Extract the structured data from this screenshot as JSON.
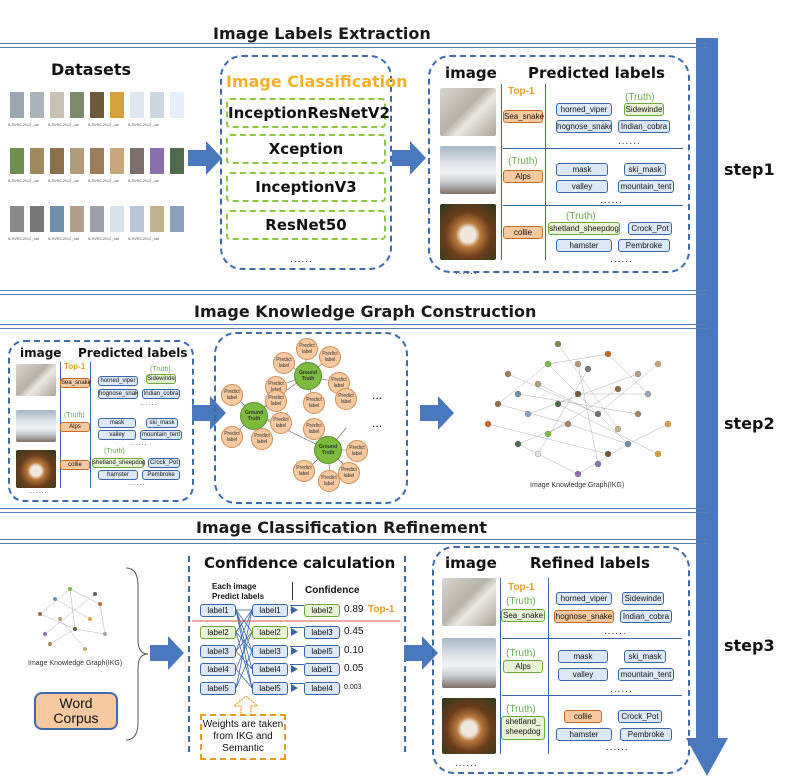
{
  "sections": {
    "s1_title": "Image Labels Extraction",
    "s2_title": "Image Knowledge Graph Construction",
    "s3_title": "Image Classification Refinement"
  },
  "steps": [
    "step1",
    "step2",
    "step3"
  ],
  "datasets": {
    "title": "Datasets",
    "captions": [
      "ILSVRC2012_val_00000..",
      "ILSVRC2012_val_00000..",
      "ILSVRC2012_val_00000..",
      "ILSVRC2012_val_00000..",
      "ILSVRC2012_val_00000..",
      "ILSVRC2012_val_00000..",
      "ILSVRC2012_val_00000..",
      "ILSVRC2012_val_00000.."
    ]
  },
  "classification": {
    "title": "Image Classification",
    "models": [
      "InceptionResNetV2",
      "Xception",
      "InceptionV3",
      "ResNet50"
    ],
    "ellipsis": "......"
  },
  "predicted": {
    "image_header": "image",
    "labels_header": "Predicted labels",
    "top1": "Top-1",
    "truth": "(Truth)",
    "dots": "......",
    "rows": [
      {
        "top": "Sea_snake",
        "labels": [
          "horned_viper",
          "Sidewinde",
          "hognose_snake",
          "Indian_cobra"
        ]
      },
      {
        "top": "Alps",
        "labels": [
          "mask",
          "ski_mask",
          "valley",
          "mountain_tent"
        ]
      },
      {
        "top": "collie",
        "labels": [
          "shetland_sheepdog",
          "Crock_Pot",
          "hamster",
          "Pembroke"
        ]
      }
    ]
  },
  "graph": {
    "predict": "Predict label",
    "ground_truth": "Ground Truth",
    "ellipsis": "...",
    "ikg_caption": "Image Knowledge  Graph(IKG)"
  },
  "refine": {
    "ikg_caption": "Image Knowledge Graph(IKG)",
    "word_corpus": "Word Corpus",
    "conf_title": "Confidence calculation",
    "each_image": "Each image",
    "predict_labels": "Predict labels",
    "confidence": "Confidence",
    "left_labels": [
      "label1",
      "label2",
      "label3",
      "label4",
      "label5"
    ],
    "mid_labels": [
      "label1",
      "label2",
      "label3",
      "label4",
      "label5"
    ],
    "right_labels": [
      "label2",
      "label3",
      "label5",
      "label1",
      "label4"
    ],
    "values": [
      "0.89",
      "0.45",
      "0.10",
      "0.05",
      "0.003"
    ],
    "top1": "Top-1",
    "weights_note": "Weights are taken from IKG and Semantic"
  },
  "refined": {
    "image_header": "image",
    "labels_header": "Refined labels",
    "top1": "Top-1",
    "truth": "(Truth)",
    "rows": [
      {
        "top": "Sea_snake",
        "labels": [
          "horned_viper",
          "Sidewinde",
          "hognose_snake",
          "Indian_cobra"
        ]
      },
      {
        "top": "Alps",
        "labels": [
          "mask",
          "ski_mask",
          "valley",
          "mountain_tent"
        ]
      },
      {
        "top": "shetland_ sheepdog",
        "labels": [
          "collie",
          "Crock_Pot",
          "hamster",
          "Pembroke"
        ]
      }
    ],
    "dots": "......"
  },
  "colors": {
    "accent_blue": "#3f6aa8",
    "arrow_blue": "#4a78bd",
    "green": "#8dc63f",
    "orange": "#e69b24",
    "truth_green": "#6aa84f"
  }
}
